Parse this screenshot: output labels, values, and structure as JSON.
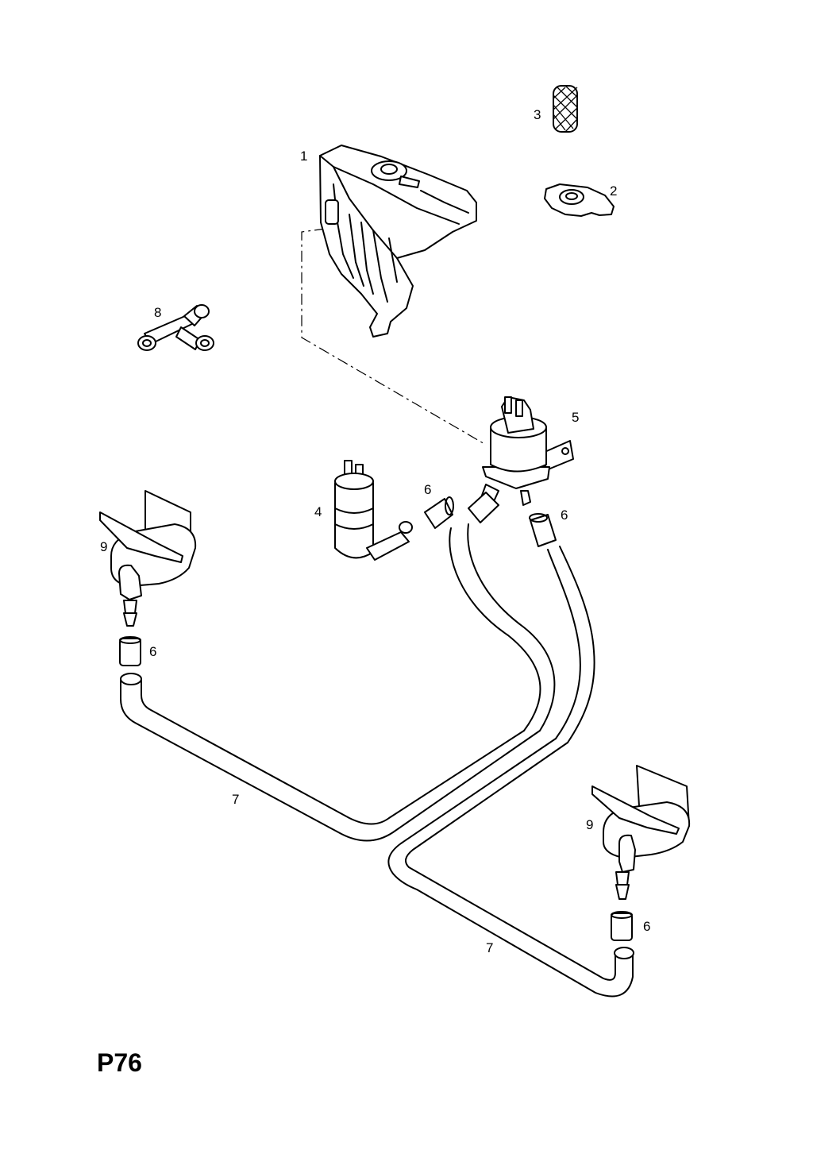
{
  "diagram": {
    "page_code": "P76",
    "callouts": {
      "reservoir": "1",
      "cap": "2",
      "filter": "3",
      "pump_small": "4",
      "pump_main": "5",
      "connector_a": "6",
      "connector_b": "6",
      "connector_c": "6",
      "connector_d": "6",
      "hose_left": "7",
      "hose_right": "7",
      "t_piece": "8",
      "jet_left": "9",
      "jet_right": "9"
    }
  }
}
